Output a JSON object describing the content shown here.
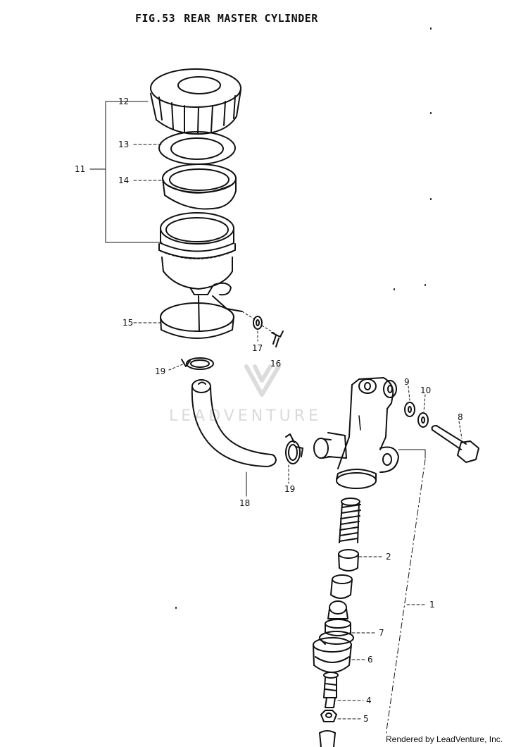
{
  "figure": {
    "fig_number": "FIG.53",
    "title": "REAR MASTER CYLINDER"
  },
  "callouts": [
    {
      "id": "c1",
      "text": "1"
    },
    {
      "id": "c2",
      "text": "2"
    },
    {
      "id": "c4",
      "text": "4"
    },
    {
      "id": "c5",
      "text": "5"
    },
    {
      "id": "c6",
      "text": "6"
    },
    {
      "id": "c7",
      "text": "7"
    },
    {
      "id": "c8",
      "text": "8"
    },
    {
      "id": "c9",
      "text": "9"
    },
    {
      "id": "c10",
      "text": "10"
    },
    {
      "id": "c11",
      "text": "11"
    },
    {
      "id": "c12",
      "text": "12"
    },
    {
      "id": "c13",
      "text": "13"
    },
    {
      "id": "c14",
      "text": "14"
    },
    {
      "id": "c15",
      "text": "15"
    },
    {
      "id": "c16",
      "text": "16"
    },
    {
      "id": "c17",
      "text": "17"
    },
    {
      "id": "c18",
      "text": "18"
    },
    {
      "id": "c19a",
      "text": "19"
    },
    {
      "id": "c19b",
      "text": "19"
    }
  ],
  "watermark": {
    "text": "LEADVENTURE"
  },
  "credit": {
    "text": "Rendered by LeadVenture, Inc."
  }
}
